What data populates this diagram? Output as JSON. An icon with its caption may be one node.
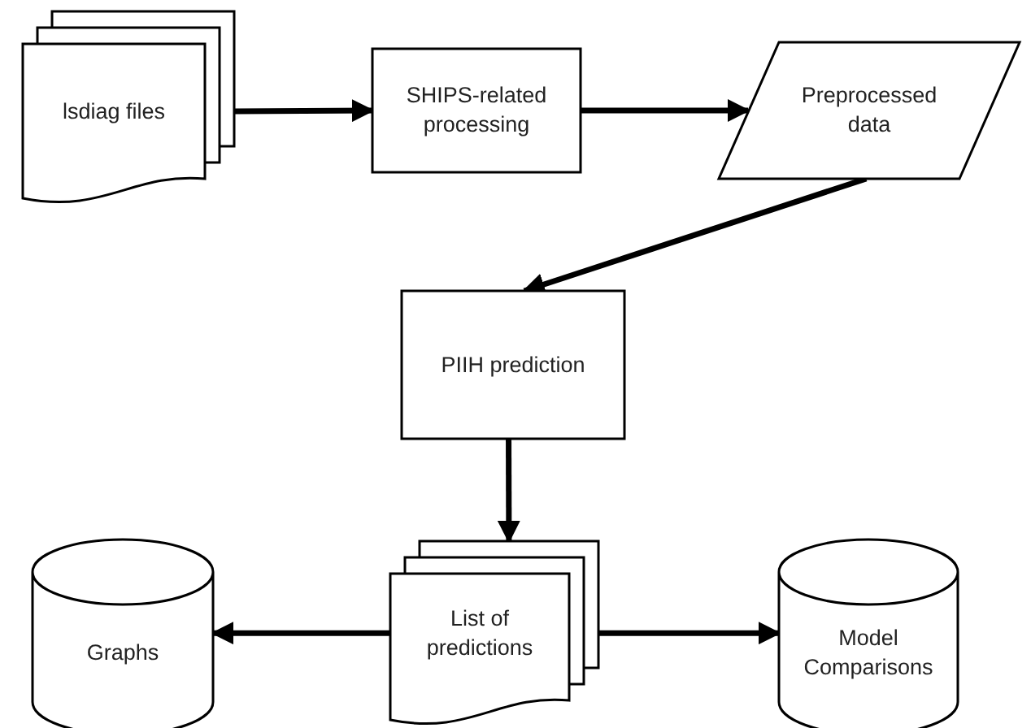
{
  "diagram": {
    "nodes": [
      {
        "text": [
          "lsdiag files"
        ]
      },
      {
        "text": [
          "SHIPS-related processing"
        ]
      },
      {
        "text": [
          "Preprocessed data"
        ]
      },
      {
        "text": [
          "PIIH prediction"
        ]
      },
      {
        "text": [
          "List of predictions"
        ]
      },
      {
        "text": [
          "Graphs"
        ]
      },
      {
        "text": [
          "Model Comparisons"
        ]
      }
    ],
    "edges": [
      {
        "from": 0,
        "to": 1,
        "arrow": "to"
      },
      {
        "from": 1,
        "to": 2,
        "arrow": "to"
      },
      {
        "from": 2,
        "to": 3,
        "arrow": "to"
      },
      {
        "from": 3,
        "to": 4,
        "arrow": "to"
      },
      {
        "from": 4,
        "to": 5,
        "arrow": "to"
      },
      {
        "from": 4,
        "to": 6,
        "arrow": "to"
      }
    ]
  }
}
